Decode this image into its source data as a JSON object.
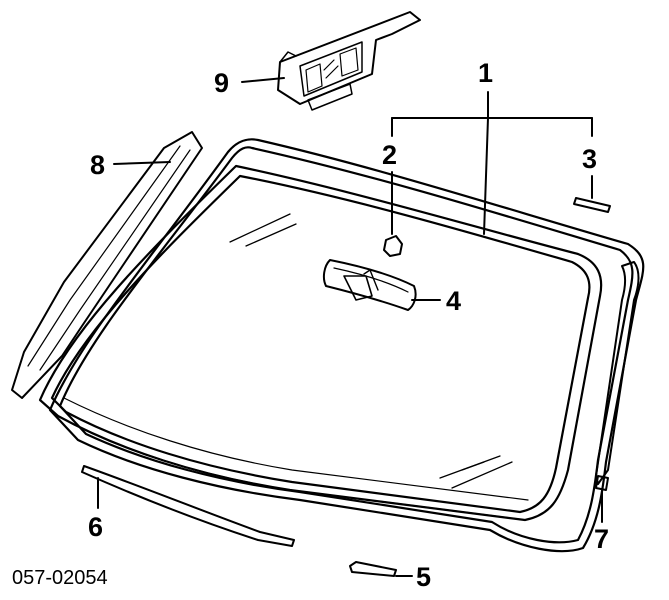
{
  "diagram": {
    "catalog_number": "057-02054",
    "callouts": [
      {
        "id": "1",
        "text": "1"
      },
      {
        "id": "2",
        "text": "2"
      },
      {
        "id": "3",
        "text": "3"
      },
      {
        "id": "4",
        "text": "4"
      },
      {
        "id": "5",
        "text": "5"
      },
      {
        "id": "6",
        "text": "6"
      },
      {
        "id": "7",
        "text": "7"
      },
      {
        "id": "8",
        "text": "8"
      },
      {
        "id": "9",
        "text": "9"
      }
    ]
  }
}
